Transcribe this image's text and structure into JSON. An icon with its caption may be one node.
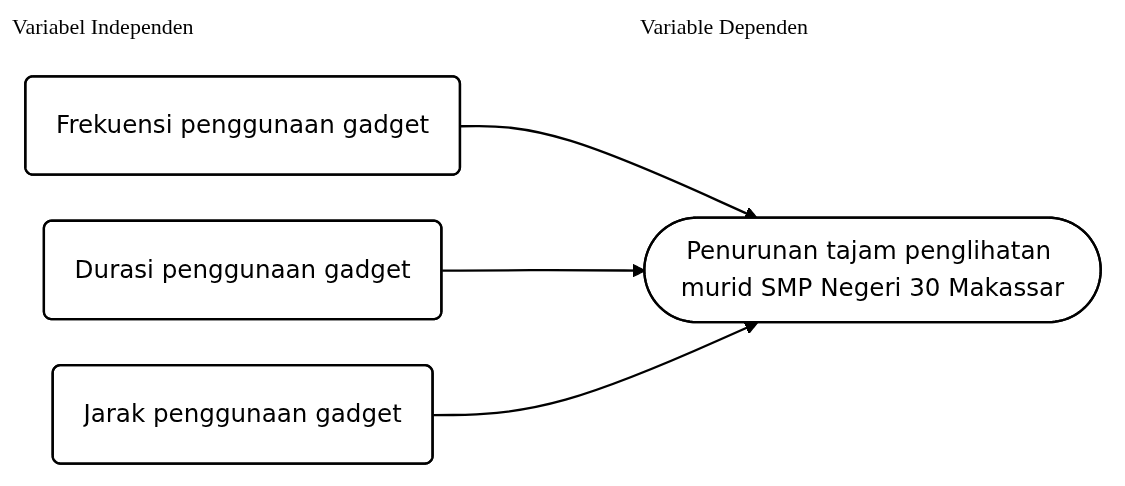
{
  "diagram": {
    "nodes": [
      {
        "text": [
          "Frekuensi penggunaan gadget"
        ]
      },
      {
        "text": [
          "Durasi penggunaan gadget"
        ]
      },
      {
        "text": [
          "Jarak penggunaan gadget"
        ]
      },
      {
        "text": [
          "Penurunan tajam penglihatan murid SMP Negeri 30 Makassar"
        ]
      }
    ],
    "edges": [
      {
        "from": 0,
        "to": 3,
        "arrow": "to"
      },
      {
        "from": 1,
        "to": 3,
        "arrow": "to"
      },
      {
        "from": 2,
        "to": 3,
        "arrow": "to"
      }
    ],
    "labels": [
      "Variabel Independen",
      "Variable Dependen"
    ]
  }
}
